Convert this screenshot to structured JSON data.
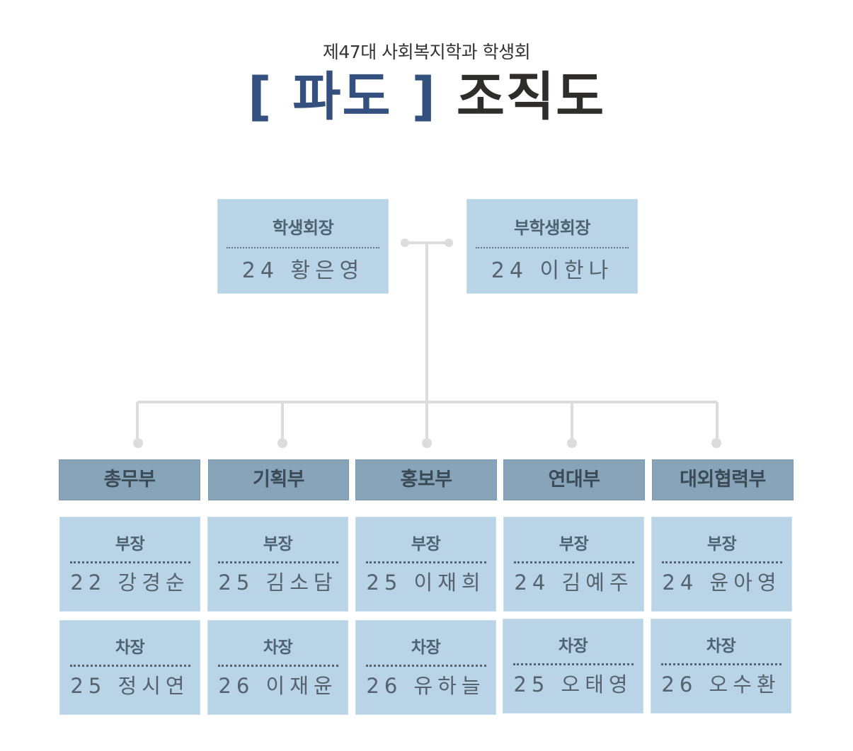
{
  "header": {
    "subtitle": "제47대 사회복지학과 학생회",
    "title_accent": "[ 파도 ]",
    "title_main": "조직도"
  },
  "colors": {
    "accent": "#34507f",
    "title": "#2f2c2c",
    "box": "#b8d4e6",
    "dept_header": "#87a4b8",
    "connector": "#dcdcdc",
    "text": "#56626d"
  },
  "leaders": [
    {
      "role": "학생회장",
      "name": "24 황은영"
    },
    {
      "role": "부학생회장",
      "name": "24 이한나"
    }
  ],
  "departments": [
    {
      "name": "총무부",
      "head": {
        "role": "부장",
        "name": "22 강경순"
      },
      "deputy": {
        "role": "차장",
        "name": "25 정시연"
      }
    },
    {
      "name": "기획부",
      "head": {
        "role": "부장",
        "name": "25 김소담"
      },
      "deputy": {
        "role": "차장",
        "name": "26 이재윤"
      }
    },
    {
      "name": "홍보부",
      "head": {
        "role": "부장",
        "name": "25 이재희"
      },
      "deputy": {
        "role": "차장",
        "name": "26 유하늘"
      }
    },
    {
      "name": "연대부",
      "head": {
        "role": "부장",
        "name": "24 김예주"
      },
      "deputy": {
        "role": "차장",
        "name": "25 오태영"
      }
    },
    {
      "name": "대외협력부",
      "head": {
        "role": "부장",
        "name": "24 윤아영"
      },
      "deputy": {
        "role": "차장",
        "name": "26 오수환"
      }
    }
  ]
}
